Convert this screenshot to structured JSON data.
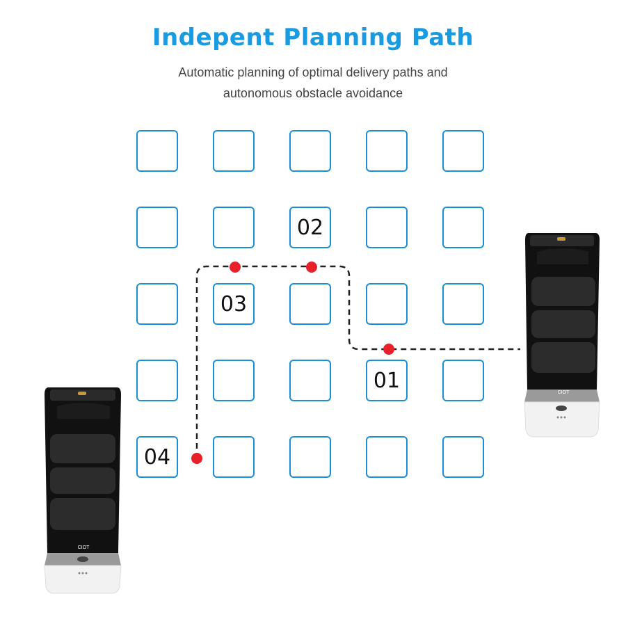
{
  "header": {
    "title": "Indepent Planning Path",
    "subtitle_line1": "Automatic planning of optimal delivery paths and",
    "subtitle_line2": "autonomous obstacle avoidance"
  },
  "grid": {
    "rows": 5,
    "cols": 5,
    "labels": [
      {
        "row": 1,
        "col": 2,
        "text": "02"
      },
      {
        "row": 2,
        "col": 1,
        "text": "03"
      },
      {
        "row": 3,
        "col": 3,
        "text": "01"
      },
      {
        "row": 4,
        "col": 0,
        "text": "04"
      }
    ]
  },
  "robot": {
    "brand": "CIOT"
  },
  "colors": {
    "accent": "#1a9ae0",
    "cell_border": "#1a8fd8",
    "waypoint": "#e8202a",
    "path": "#222222"
  }
}
